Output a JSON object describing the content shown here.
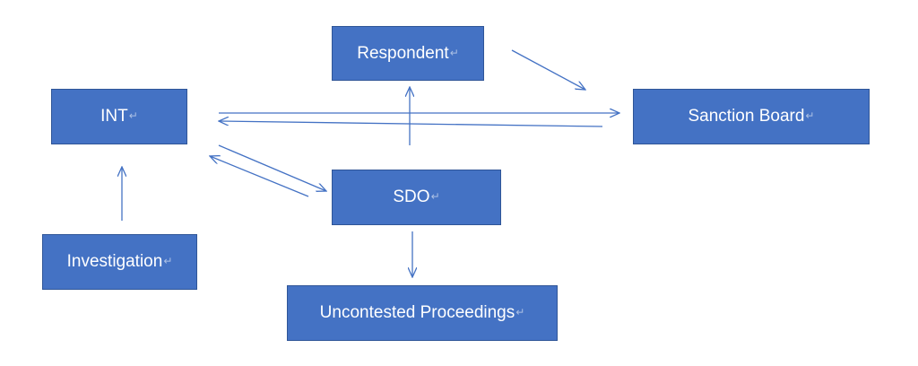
{
  "diagram": {
    "box_color": "#4472c4",
    "arrow_color": "#4472c4",
    "return_mark": "↵",
    "nodes": {
      "respondent": "Respondent",
      "int": "INT",
      "sanction_board": "Sanction Board",
      "sdo": "SDO",
      "investigation": "Investigation",
      "uncontested": "Uncontested Proceedings"
    }
  }
}
